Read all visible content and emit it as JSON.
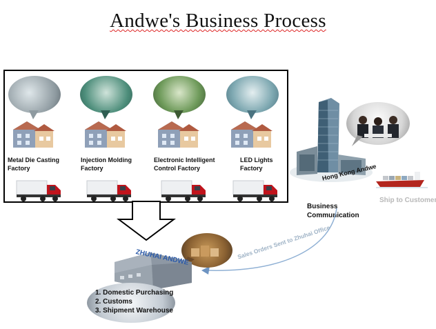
{
  "title": "Andwe's Business Process",
  "factories": [
    {
      "label": "Metal Die Casting\nFactory"
    },
    {
      "label": "Injection Molding\nFactory"
    },
    {
      "label": "Electronic Intelligent\nControl Factory"
    },
    {
      "label": "LED Lights\nFactory"
    }
  ],
  "hong_kong": {
    "label": "Hong Kong Andwe"
  },
  "ship": {
    "label": "Ship to Customer"
  },
  "business_communication": "Business\nCommunication",
  "arrow_label": "Sales Orders Sent to Zhuhai Office",
  "zhuhai": {
    "sign": "ZHUHAI ANDWE",
    "functions": [
      "1. Domestic Purchasing",
      "2. Customs",
      "3. Shipment Warehouse"
    ]
  }
}
